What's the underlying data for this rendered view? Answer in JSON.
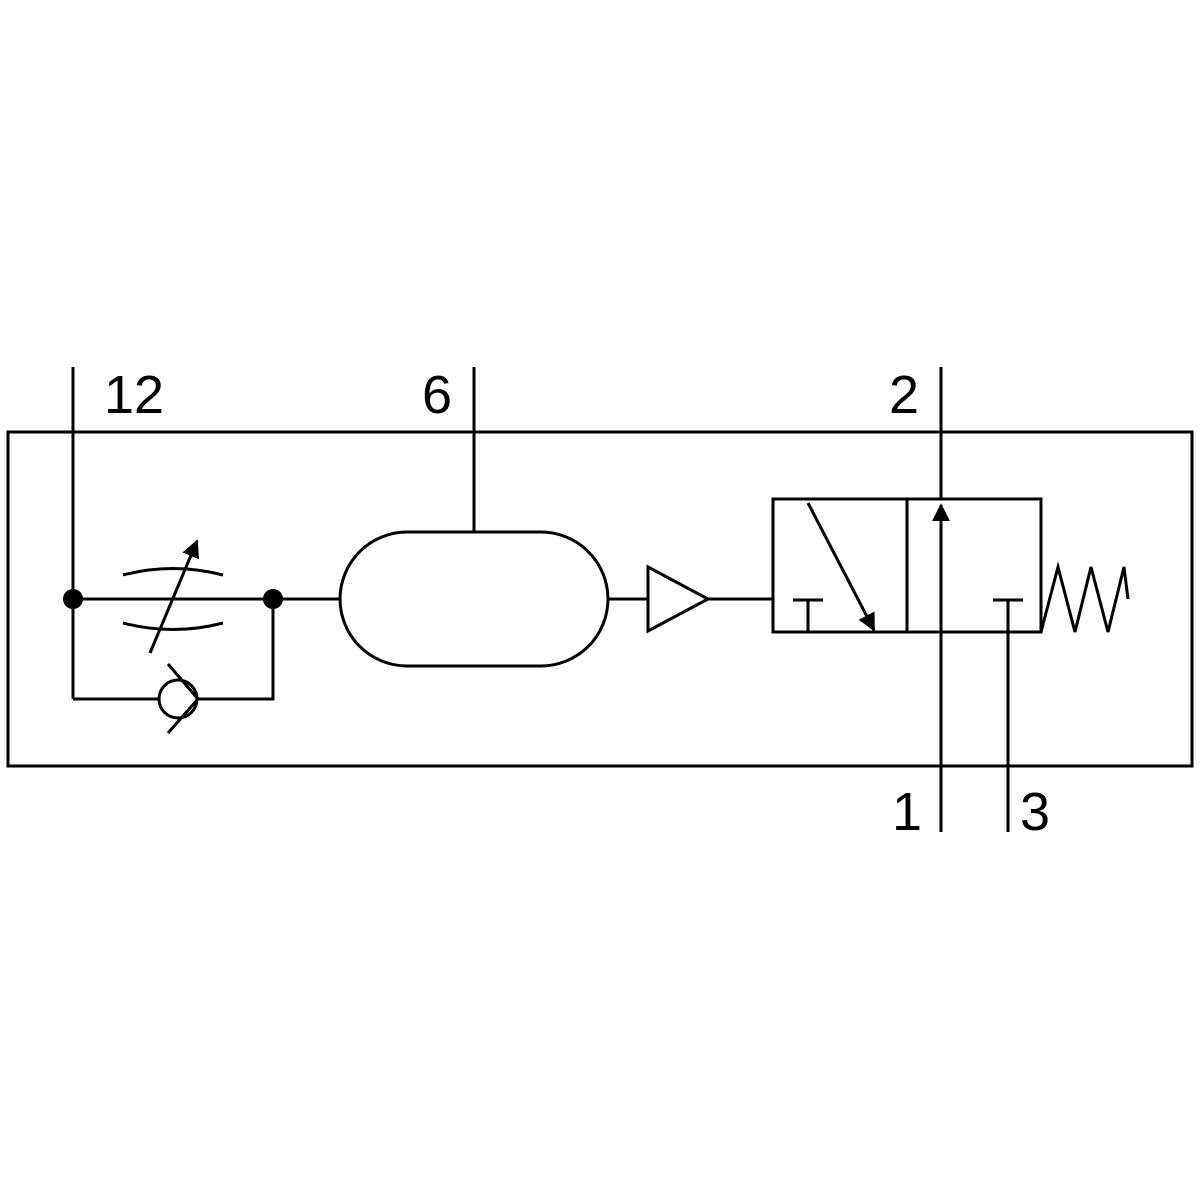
{
  "diagram": {
    "ports": {
      "p12": "12",
      "p6": "6",
      "p2": "2",
      "p1": "1",
      "p3": "3"
    },
    "components": [
      "adjustable-throttle-icon",
      "check-valve-icon",
      "reservoir-icon",
      "pressure-amplifier-icon",
      "3-2-valve-icon",
      "spring-return-icon"
    ],
    "colors": {
      "line": "#000000",
      "background": "#ffffff"
    }
  }
}
